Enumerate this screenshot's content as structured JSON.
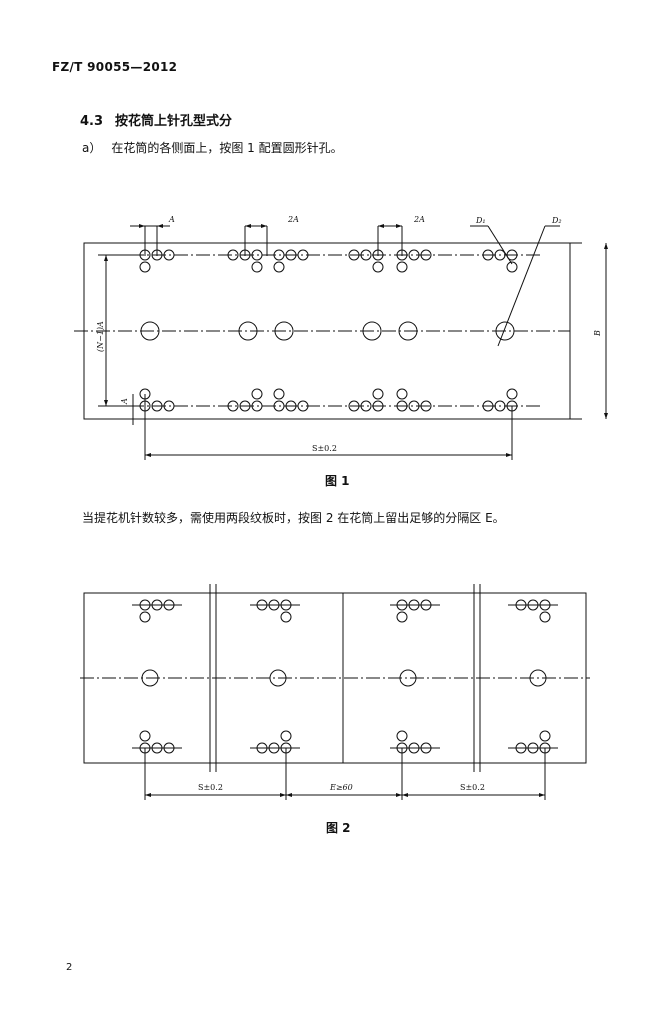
{
  "header": {
    "code": "FZ/T 90055—2012"
  },
  "section": {
    "number": "4.3",
    "title": "按花筒上针孔型式分"
  },
  "item_a": {
    "marker": "a）",
    "text": "在花筒的各侧面上，按图 1 配置圆形针孔。"
  },
  "figure1": {
    "caption": "图 1",
    "labels": {
      "a": "A",
      "two_a_1": "2A",
      "two_a_2": "2A",
      "d1": "D₁",
      "d2": "D₂",
      "b": "B",
      "n_a": "(N−1)A",
      "a_side": "A",
      "s": "S±0.2"
    }
  },
  "paragraph": {
    "text": "当提花机针数较多，需使用两段纹板时，按图 2 在花筒上留出足够的分隔区 E。"
  },
  "figure2": {
    "caption": "图 2",
    "labels": {
      "s_left": "S±0.2",
      "e": "E≥60",
      "s_right": "S±0.2"
    }
  },
  "page": {
    "number": "2"
  }
}
